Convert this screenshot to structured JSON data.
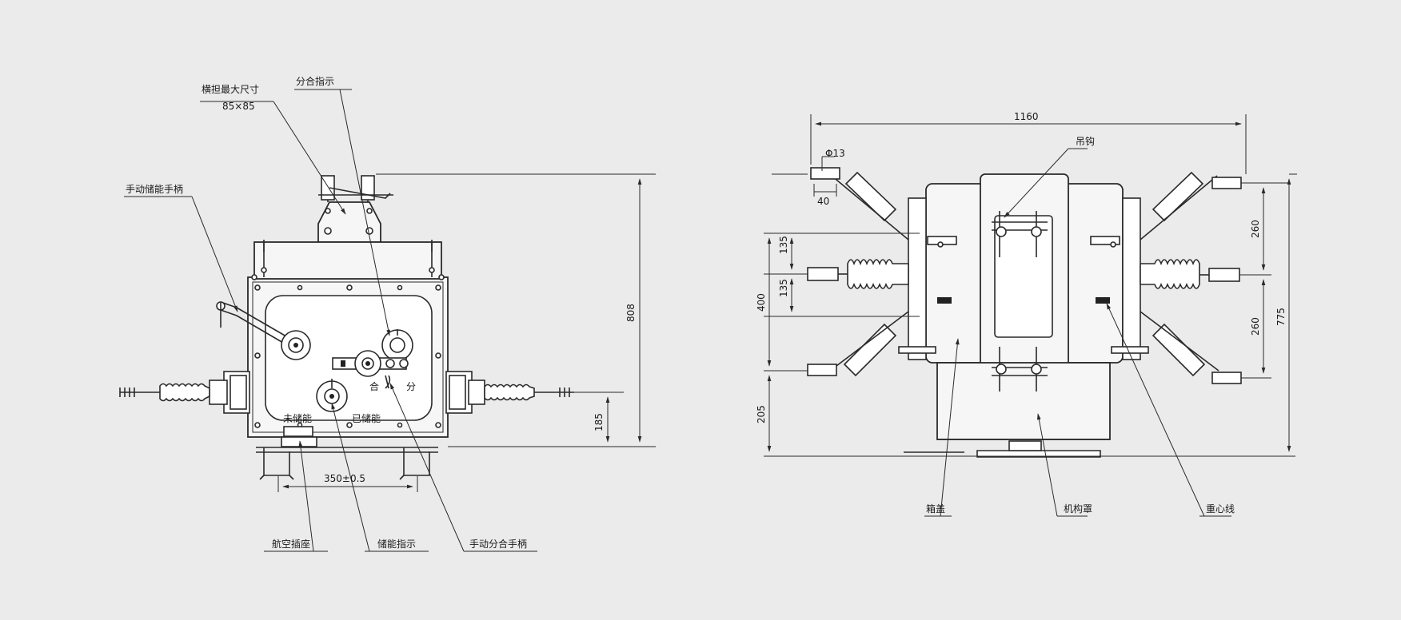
{
  "left_view": {
    "labels": {
      "crossarm": "横担最大尺寸",
      "crossarm_size": "85×85",
      "open_close_indicator": "分合指示",
      "manual_charge_handle": "手动储能手柄",
      "aviation_socket": "航空插座",
      "charge_indicator": "储能指示",
      "manual_open_close_handle": "手动分合手柄",
      "uncharged": "未储能",
      "charged": "已储能",
      "close": "合",
      "open": "分"
    },
    "dims": {
      "height": "808",
      "terminal_height": "185",
      "mount_spacing": "350±0.5"
    }
  },
  "right_view": {
    "labels": {
      "hook": "吊钩",
      "cover": "箱盖",
      "mechanism_cover": "机构罩",
      "gravity_line": "重心线",
      "hole": "Φ13"
    },
    "dims": {
      "width": "1160",
      "terminal": "40",
      "upper_spacing": "135",
      "lower_spacing": "135",
      "phase_span": "400",
      "base": "205",
      "right_upper": "260",
      "right_lower": "260",
      "total_height": "775"
    }
  }
}
